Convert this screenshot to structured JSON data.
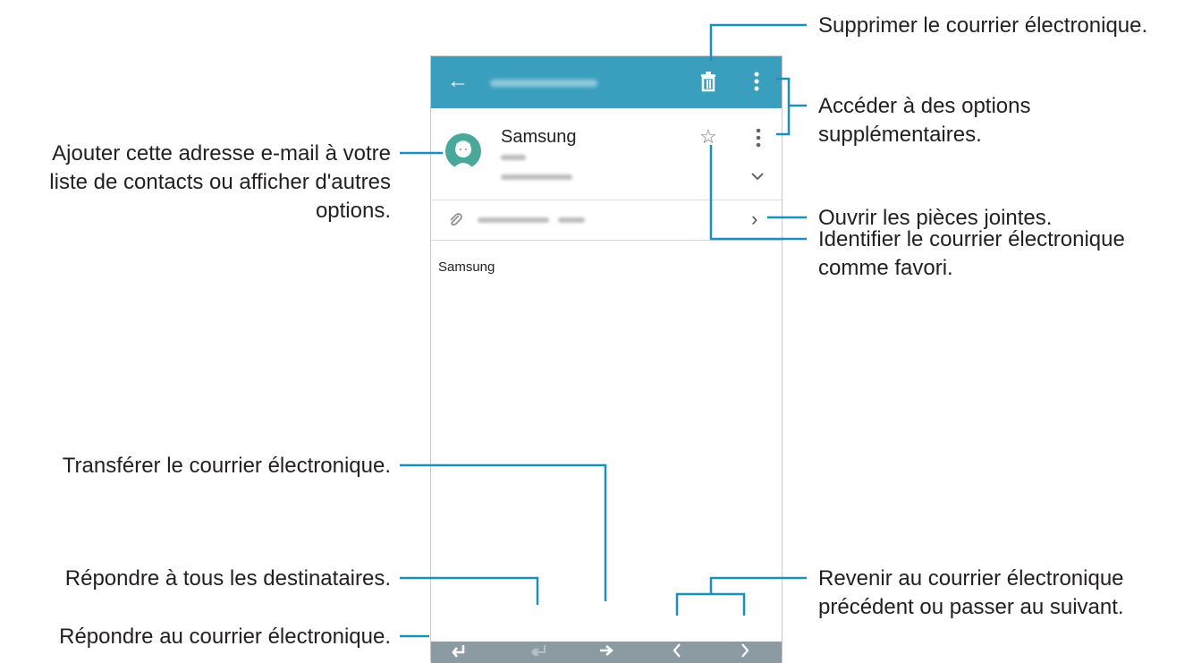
{
  "callouts": {
    "delete": "Supprimer le courrier électronique.",
    "more_options_1": "Accéder à des options",
    "more_options_2": "supplémentaires.",
    "contact_1": "Ajouter cette adresse e-mail à votre",
    "contact_2": "liste de contacts ou afficher d'autres",
    "contact_3": "options.",
    "attachments": "Ouvrir les pièces jointes.",
    "favorite_1": "Identifier le courrier électronique",
    "favorite_2": "comme favori.",
    "forward": "Transférer le courrier électronique.",
    "reply_all": "Répondre à tous les destinataires.",
    "reply": "Répondre au courrier électronique.",
    "prev_next_1": "Revenir au courrier électronique",
    "prev_next_2": "précédent ou passer au suivant."
  },
  "email": {
    "sender": "Samsung",
    "body": "Samsung"
  },
  "icons": {
    "back": "←",
    "star": "☆",
    "chevron_down": "⌄",
    "attach_arrow": "›",
    "clip": "⌀",
    "reply": "↩",
    "reply_all": "↩",
    "forward": "➔",
    "prev": "‹",
    "next": "›"
  },
  "colors": {
    "appbar": "#3a9fbf",
    "bottombar": "#8c9aa1",
    "callout_line": "#1b8fba"
  }
}
